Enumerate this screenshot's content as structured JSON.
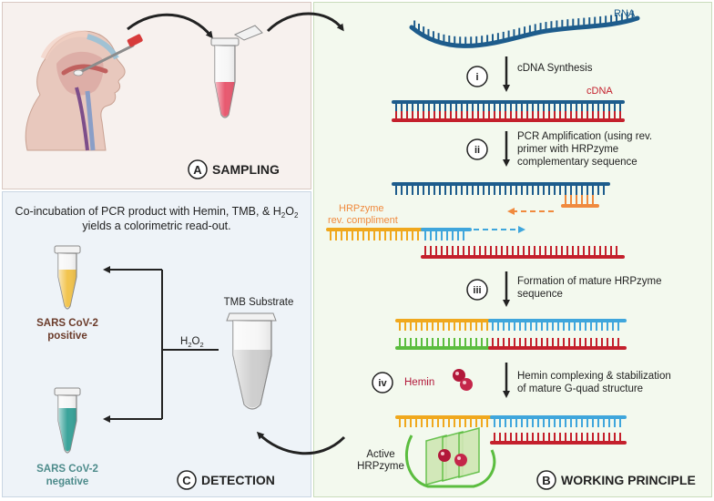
{
  "colors": {
    "rna": "#1d5c8c",
    "cdna": "#c4202c",
    "hrpzyme": "#f0a81d",
    "primer_orange": "#f08a3e",
    "extension_blue": "#3fa6dc",
    "green_strand": "#5bbd3f",
    "hemin": "#b2183a",
    "panel_a_bg": "#f7f1ee",
    "panel_b_bg": "#f3f9ee",
    "panel_c_bg": "#eef3f8",
    "positive_tube": "#f2c44e",
    "negative_tube": "#3aa39a",
    "positive_label": "#6b3b2a",
    "negative_label": "#4d8b8b"
  },
  "panels": {
    "sampling": {
      "letter": "A",
      "title": "SAMPLING"
    },
    "working": {
      "letter": "B",
      "title": "WORKING PRINCIPLE"
    },
    "detection": {
      "letter": "C",
      "title": "DETECTION"
    }
  },
  "working_principle": {
    "rna_label": "RNA",
    "cdna_label": "cDNA",
    "hrpzyme_label_line1": "HRPzyme",
    "hrpzyme_label_line2": "rev. compliment",
    "hemin_label": "Hemin",
    "active_label_line1": "Active",
    "active_label_line2": "HRPzyme",
    "steps": [
      {
        "numeral": "i",
        "line1": "cDNA Synthesis",
        "line2": "",
        "line3": ""
      },
      {
        "numeral": "ii",
        "line1": "PCR Amplification (using rev.",
        "line2": "primer with HRPzyme",
        "line3": "complementary sequence"
      },
      {
        "numeral": "iii",
        "line1": "Formation of mature HRPzyme",
        "line2": "sequence",
        "line3": ""
      },
      {
        "numeral": "iv",
        "line1": "Hemin complexing & stabilization",
        "line2": "of mature G-quad structure",
        "line3": ""
      }
    ]
  },
  "detection": {
    "caption_line1": "Co-incubation of PCR product with Hemin, TMB, & H",
    "caption_sub": "2",
    "caption_o": "O",
    "caption_sub2": "2",
    "caption_line2": "yields a colorimetric read-out.",
    "tmb_label": "TMB Substrate",
    "h2o2_h": "H",
    "h2o2_sub1": "2",
    "h2o2_o": "O",
    "h2o2_sub2": "2",
    "positive_line1": "SARS CoV-2",
    "positive_line2": "positive",
    "negative_line1": "SARS CoV-2",
    "negative_line2": "negative"
  }
}
